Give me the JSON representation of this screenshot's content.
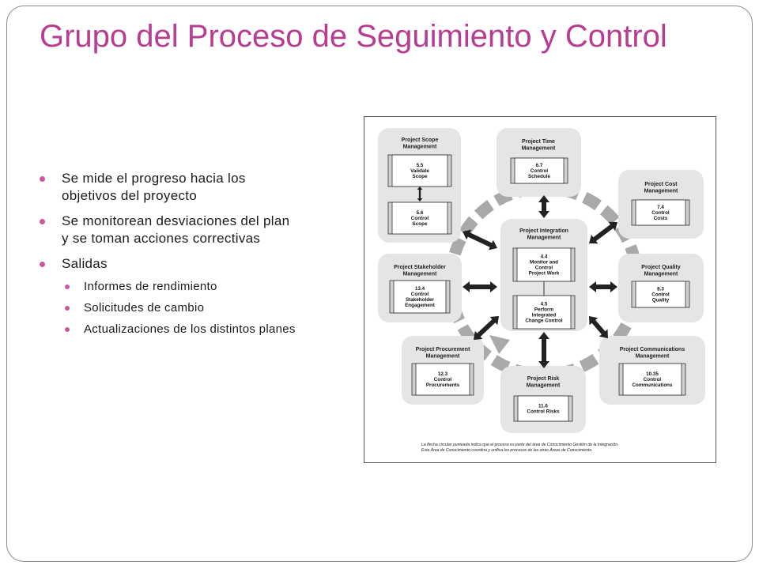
{
  "slide": {
    "title": "Grupo del Proceso de Seguimiento y Control",
    "bullets": [
      {
        "text": "Se mide el progreso hacia los objetivos del proyecto"
      },
      {
        "text": "Se monitorean desviaciones del plan y se toman acciones correctivas"
      },
      {
        "text": "Salidas",
        "children": [
          {
            "text": "Informes de rendimiento"
          },
          {
            "text": "Solicitudes de cambio"
          },
          {
            "text": "Actualizaciones de los distintos planes"
          }
        ]
      }
    ]
  },
  "diagram": {
    "areas": [
      {
        "key": "scope",
        "header": [
          "Project Scope",
          "Management"
        ],
        "processes": [
          [
            "5.5",
            "Validate",
            "Scope"
          ],
          [
            "5.6",
            "Control",
            "Scope"
          ]
        ]
      },
      {
        "key": "time",
        "header": [
          "Project Time",
          "Management"
        ],
        "processes": [
          [
            "6.7",
            "Control",
            "Schedule"
          ]
        ]
      },
      {
        "key": "cost",
        "header": [
          "Project Cost",
          "Management"
        ],
        "processes": [
          [
            "7.4",
            "Control",
            "Costs"
          ]
        ]
      },
      {
        "key": "stakeholder",
        "header": [
          "Project Stakeholder",
          "Management"
        ],
        "processes": [
          [
            "13.4",
            "Control",
            "Stakeholder",
            "Engagement"
          ]
        ]
      },
      {
        "key": "integration",
        "header": [
          "Project Integration",
          "Management"
        ],
        "processes": [
          [
            "4.4",
            "Monitor and",
            "Control",
            "Project Work"
          ],
          [
            "4.5",
            "Perform",
            "Integrated",
            "Change Control"
          ]
        ]
      },
      {
        "key": "quality",
        "header": [
          "Project Quality",
          "Management"
        ],
        "processes": [
          [
            "8.3",
            "Control",
            "Quality"
          ]
        ]
      },
      {
        "key": "procurement",
        "header": [
          "Project Procurement",
          "Management"
        ],
        "processes": [
          [
            "12.3",
            "Control",
            "Procurements"
          ]
        ]
      },
      {
        "key": "risk",
        "header": [
          "Project Risk",
          "Management"
        ],
        "processes": [
          [
            "11.6",
            "Control Risks"
          ]
        ]
      },
      {
        "key": "communications",
        "header": [
          "Project Communications",
          "Management"
        ],
        "processes": [
          [
            "10.35",
            "Control",
            "Communications"
          ]
        ]
      }
    ],
    "note": [
      "La flecha circular punteada indica que el proceso es parte del área de Conocimiento Gestión de la Integración.",
      "Esta Área de Conocimiento coordina y unifica los procesos de las otras Áreas de Conocimiento."
    ],
    "colors": {
      "area_fill": "#e5e5e7",
      "process_fill": "#d0d0d2",
      "dashed_ring": "#a9a9ab",
      "arrow": "#222222"
    }
  }
}
